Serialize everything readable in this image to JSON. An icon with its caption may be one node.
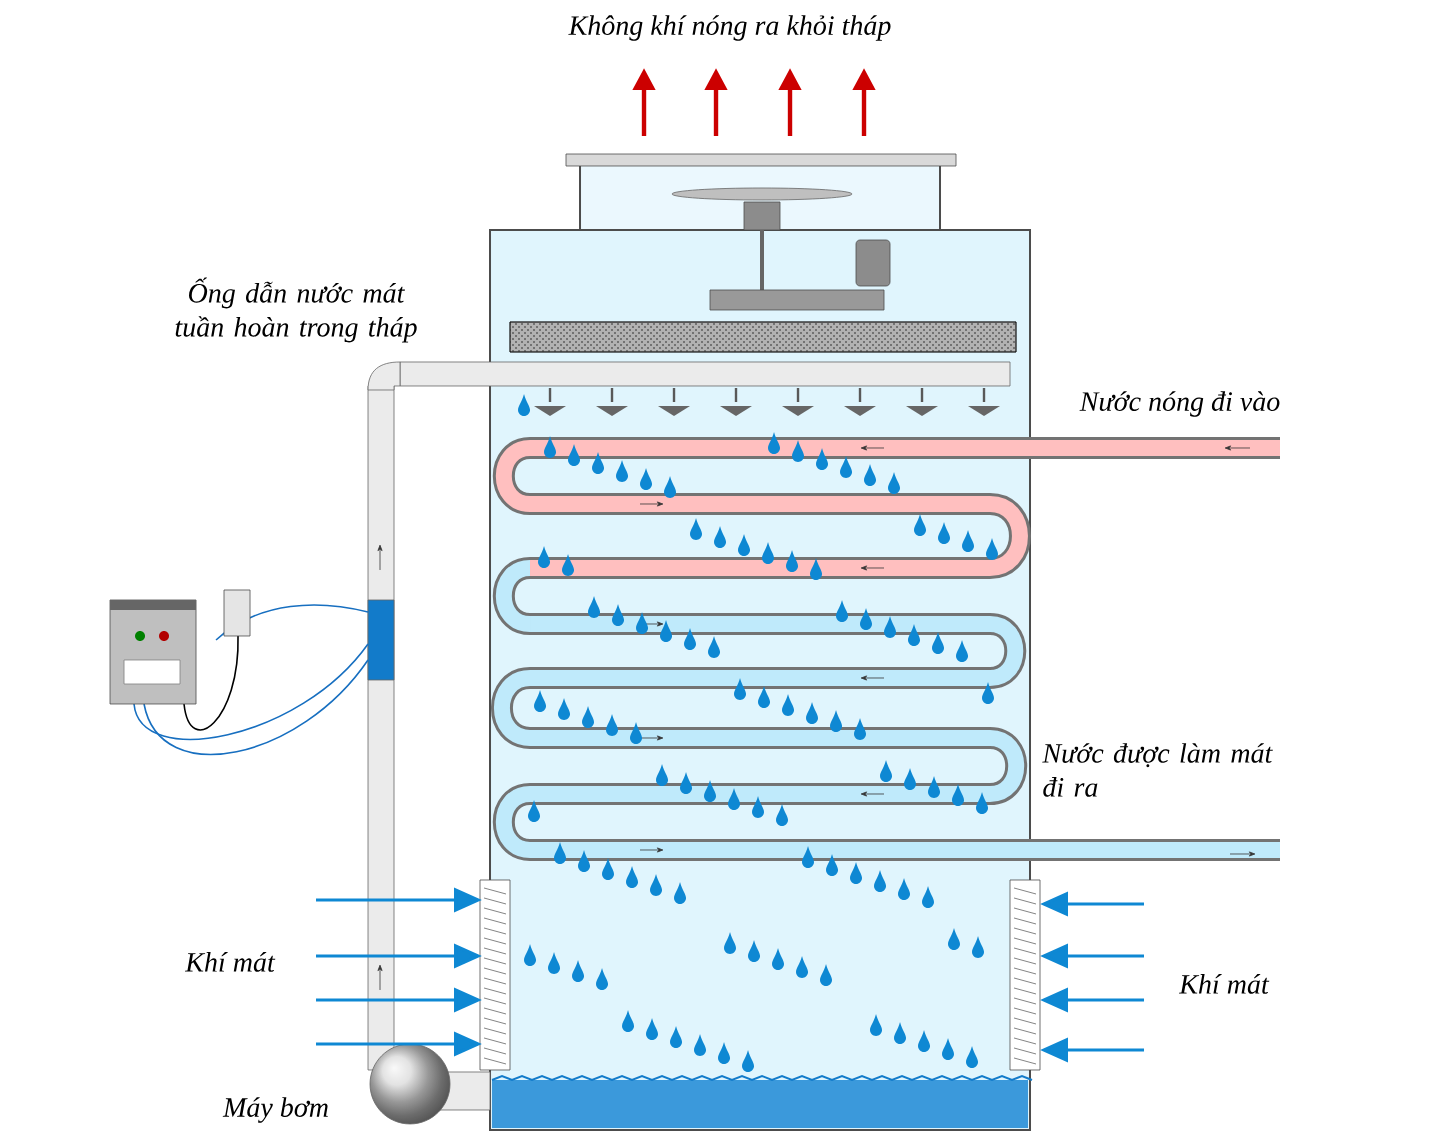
{
  "diagram": {
    "labels": [
      "Không khí nóng ra khỏi tháp",
      "Ống dẫn nước mát tuần hoàn trong tháp",
      "Nước nóng đi vào",
      "Nước được làm mát đi ra",
      "Khí mát",
      "Khí mát",
      "Máy bơm"
    ]
  }
}
